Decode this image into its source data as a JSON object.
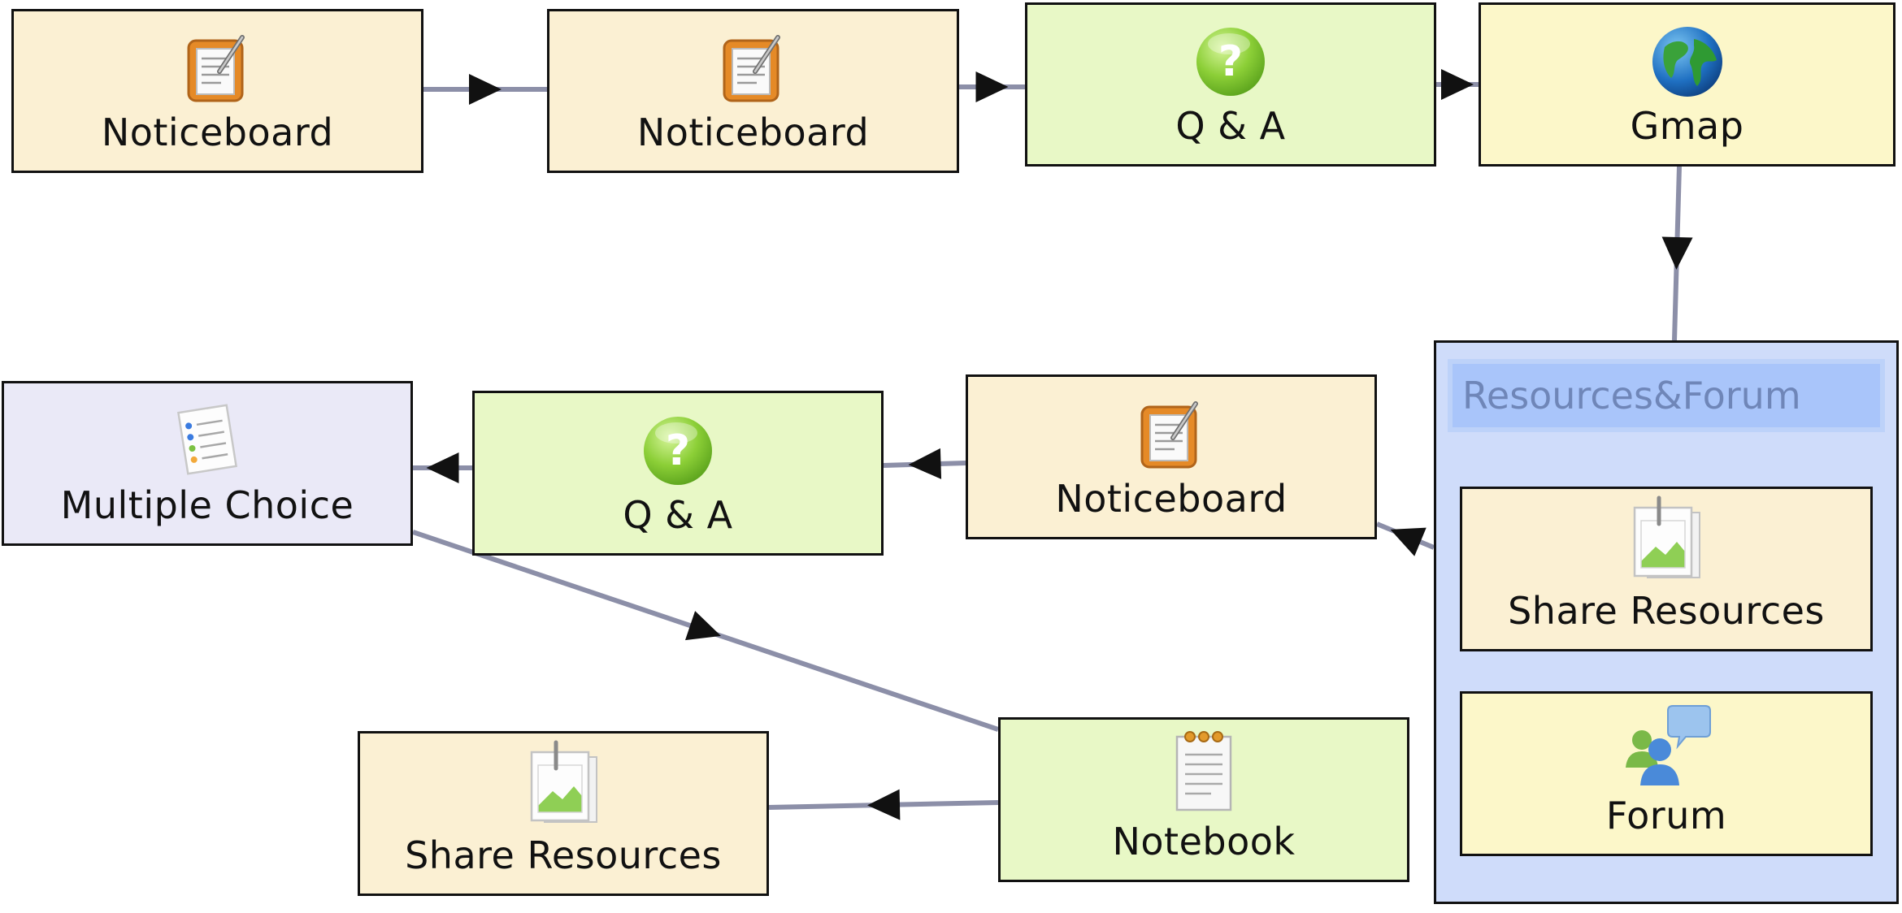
{
  "diagram": {
    "group": {
      "title": "Resources&Forum"
    },
    "nodes": [
      {
        "id": "n1",
        "label": "Noticeboard",
        "icon": "noticeboard-icon",
        "fill": "#fbf0d3"
      },
      {
        "id": "n2",
        "label": "Noticeboard",
        "icon": "noticeboard-icon",
        "fill": "#fbf0d3"
      },
      {
        "id": "n3",
        "label": "Q & A",
        "icon": "question-icon",
        "fill": "#e8f8c6"
      },
      {
        "id": "n4",
        "label": "Gmap",
        "icon": "globe-icon",
        "fill": "#fcf7c9"
      },
      {
        "id": "n5",
        "label": "Noticeboard",
        "icon": "noticeboard-icon",
        "fill": "#fbf0d3"
      },
      {
        "id": "n6",
        "label": "Q & A",
        "icon": "question-icon",
        "fill": "#e8f8c6"
      },
      {
        "id": "n7",
        "label": "Multiple Choice",
        "icon": "checklist-icon",
        "fill": "#eae9f7"
      },
      {
        "id": "n8",
        "label": "Notebook",
        "icon": "notepad-icon",
        "fill": "#e8f8c6"
      },
      {
        "id": "n9",
        "label": "Share Resources",
        "icon": "image-file-icon",
        "fill": "#fbf0d3"
      },
      {
        "id": "g1",
        "label": "Share Resources",
        "icon": "image-file-icon",
        "fill": "#fbf0d3"
      },
      {
        "id": "g2",
        "label": "Forum",
        "icon": "forum-users-icon",
        "fill": "#fcf7c9"
      }
    ],
    "edges": [
      {
        "from": "n1",
        "to": "n2"
      },
      {
        "from": "n2",
        "to": "n3"
      },
      {
        "from": "n3",
        "to": "n4"
      },
      {
        "from": "n4",
        "to": "group"
      },
      {
        "from": "group",
        "to": "n5"
      },
      {
        "from": "n5",
        "to": "n6"
      },
      {
        "from": "n6",
        "to": "n7"
      },
      {
        "from": "n7",
        "to": "n8"
      },
      {
        "from": "n8",
        "to": "n9"
      }
    ],
    "colors": {
      "connector": "#8c8fa8",
      "arrowhead": "#111111",
      "group_fill": "#cfdcfa",
      "group_title_fill": "#a9c5fa",
      "group_title_text": "#6f86b8"
    }
  }
}
